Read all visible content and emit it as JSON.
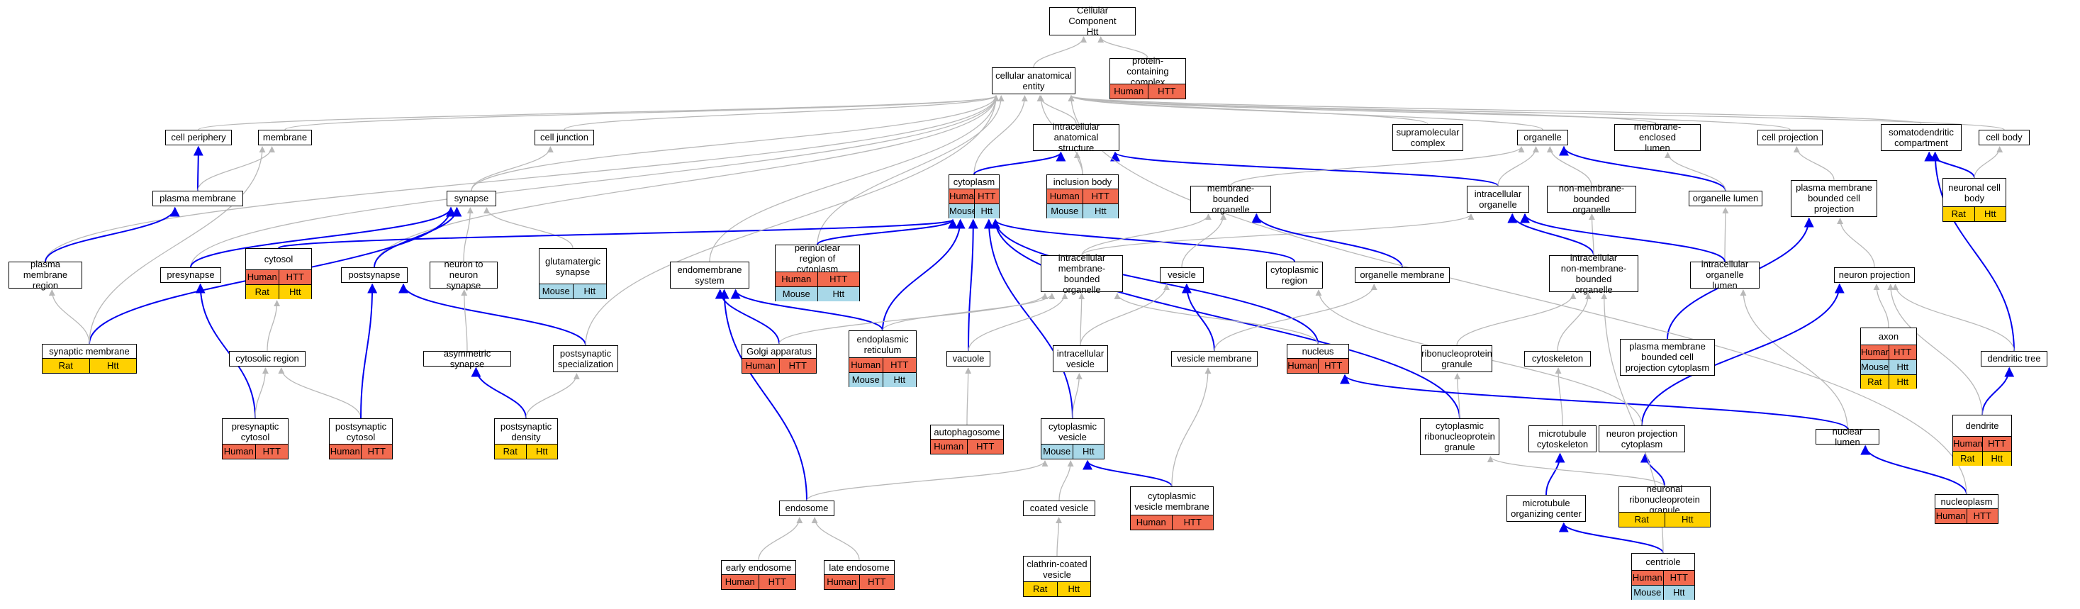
{
  "colors": {
    "edge_gray": "#b8b8b8",
    "edge_blue": "#0000ee",
    "human": "#f26a4f",
    "mouse": "#a8d8e8",
    "rat": "#ffd100"
  },
  "nodes": [
    {
      "id": "n1",
      "label": "Cellular Component\nHtt",
      "rows": []
    },
    {
      "id": "n2",
      "label": "cellular anatomical\nentity",
      "rows": []
    },
    {
      "id": "n3",
      "label": "protein-containing\ncomplex",
      "rows": [
        [
          {
            "t": "Human",
            "s": "human"
          },
          {
            "t": "HTT",
            "s": "human"
          }
        ]
      ]
    },
    {
      "id": "n4",
      "label": "cell periphery",
      "rows": []
    },
    {
      "id": "n5",
      "label": "membrane",
      "rows": []
    },
    {
      "id": "n6",
      "label": "cell junction",
      "rows": []
    },
    {
      "id": "n7",
      "label": "intracellular\nanatomical structure",
      "rows": []
    },
    {
      "id": "n8",
      "label": "supramolecular\ncomplex",
      "rows": []
    },
    {
      "id": "n9",
      "label": "organelle",
      "rows": []
    },
    {
      "id": "n10",
      "label": "membrane-enclosed\nlumen",
      "rows": []
    },
    {
      "id": "n11",
      "label": "cell projection",
      "rows": []
    },
    {
      "id": "n12",
      "label": "somatodendritic\ncompartment",
      "rows": []
    },
    {
      "id": "n13",
      "label": "cell body",
      "rows": []
    },
    {
      "id": "n14",
      "label": "plasma membrane",
      "rows": []
    },
    {
      "id": "n15",
      "label": "cytoplasm",
      "rows": [
        [
          {
            "t": "Human",
            "s": "human"
          },
          {
            "t": "HTT",
            "s": "human"
          }
        ],
        [
          {
            "t": "Mouse",
            "s": "mouse"
          },
          {
            "t": "Htt",
            "s": "mouse"
          }
        ]
      ]
    },
    {
      "id": "n16",
      "label": "inclusion body",
      "rows": [
        [
          {
            "t": "Human",
            "s": "human"
          },
          {
            "t": "HTT",
            "s": "human"
          }
        ],
        [
          {
            "t": "Mouse",
            "s": "mouse"
          },
          {
            "t": "Htt",
            "s": "mouse"
          }
        ]
      ]
    },
    {
      "id": "n17",
      "label": "synapse",
      "rows": []
    },
    {
      "id": "n18",
      "label": "membrane-bounded\norganelle",
      "rows": []
    },
    {
      "id": "n19",
      "label": "intracellular\norganelle",
      "rows": []
    },
    {
      "id": "n20",
      "label": "non-membrane-bounded\norganelle",
      "rows": []
    },
    {
      "id": "n21",
      "label": "organelle lumen",
      "rows": []
    },
    {
      "id": "n22",
      "label": "plasma membrane\nbounded cell\nprojection",
      "rows": []
    },
    {
      "id": "n23",
      "label": "neuronal cell\nbody",
      "rows": [
        [
          {
            "t": "Rat",
            "s": "rat"
          },
          {
            "t": "Htt",
            "s": "rat"
          }
        ]
      ]
    },
    {
      "id": "n24",
      "label": "plasma membrane\nregion",
      "rows": []
    },
    {
      "id": "n25",
      "label": "presynapse",
      "rows": []
    },
    {
      "id": "n26",
      "label": "cytosol",
      "rows": [
        [
          {
            "t": "Human",
            "s": "human"
          },
          {
            "t": "HTT",
            "s": "human"
          }
        ],
        [
          {
            "t": "Rat",
            "s": "rat"
          },
          {
            "t": "Htt",
            "s": "rat"
          }
        ]
      ]
    },
    {
      "id": "n27",
      "label": "postsynapse",
      "rows": []
    },
    {
      "id": "n28",
      "label": "neuron to neuron\nsynapse",
      "rows": []
    },
    {
      "id": "n29",
      "label": "glutamatergic\nsynapse",
      "rows": [
        [
          {
            "t": "Mouse",
            "s": "mouse"
          },
          {
            "t": "Htt",
            "s": "mouse"
          }
        ]
      ]
    },
    {
      "id": "n30",
      "label": "endomembrane\nsystem",
      "rows": []
    },
    {
      "id": "n31",
      "label": "perinuclear\nregion of cytoplasm",
      "rows": [
        [
          {
            "t": "Human",
            "s": "human"
          },
          {
            "t": "HTT",
            "s": "human"
          }
        ],
        [
          {
            "t": "Mouse",
            "s": "mouse"
          },
          {
            "t": "Htt",
            "s": "mouse"
          }
        ]
      ]
    },
    {
      "id": "n32",
      "label": "intracellular\nmembrane-bounded\norganelle",
      "rows": []
    },
    {
      "id": "n33",
      "label": "vesicle",
      "rows": []
    },
    {
      "id": "n34",
      "label": "cytoplasmic\nregion",
      "rows": []
    },
    {
      "id": "n35",
      "label": "organelle membrane",
      "rows": []
    },
    {
      "id": "n36",
      "label": "intracellular\nnon-membrane-bounded\norganelle",
      "rows": []
    },
    {
      "id": "n37",
      "label": "intracellular\norganelle lumen",
      "rows": []
    },
    {
      "id": "n38",
      "label": "neuron projection",
      "rows": []
    },
    {
      "id": "n39",
      "label": "synaptic membrane",
      "rows": [
        [
          {
            "t": "Rat",
            "s": "rat"
          },
          {
            "t": "Htt",
            "s": "rat"
          }
        ]
      ]
    },
    {
      "id": "n40",
      "label": "cytosolic region",
      "rows": []
    },
    {
      "id": "n41",
      "label": "asymmetric synapse",
      "rows": []
    },
    {
      "id": "n42",
      "label": "postsynaptic\nspecialization",
      "rows": []
    },
    {
      "id": "n43",
      "label": "Golgi apparatus",
      "rows": [
        [
          {
            "t": "Human",
            "s": "human"
          },
          {
            "t": "HTT",
            "s": "human"
          }
        ]
      ]
    },
    {
      "id": "n44",
      "label": "endoplasmic\nreticulum",
      "rows": [
        [
          {
            "t": "Human",
            "s": "human"
          },
          {
            "t": "HTT",
            "s": "human"
          }
        ],
        [
          {
            "t": "Mouse",
            "s": "mouse"
          },
          {
            "t": "Htt",
            "s": "mouse"
          }
        ]
      ]
    },
    {
      "id": "n45",
      "label": "vacuole",
      "rows": []
    },
    {
      "id": "n46",
      "label": "intracellular\nvesicle",
      "rows": []
    },
    {
      "id": "n47",
      "label": "vesicle membrane",
      "rows": []
    },
    {
      "id": "n48",
      "label": "nucleus",
      "rows": [
        [
          {
            "t": "Human",
            "s": "human"
          },
          {
            "t": "HTT",
            "s": "human"
          }
        ]
      ]
    },
    {
      "id": "n49",
      "label": "ribonucleoprotein\ngranule",
      "rows": []
    },
    {
      "id": "n50",
      "label": "cytoskeleton",
      "rows": []
    },
    {
      "id": "n51",
      "label": "plasma membrane\nbounded cell\nprojection cytoplasm",
      "rows": []
    },
    {
      "id": "n52",
      "label": "axon",
      "rows": [
        [
          {
            "t": "Human",
            "s": "human"
          },
          {
            "t": "HTT",
            "s": "human"
          }
        ],
        [
          {
            "t": "Mouse",
            "s": "mouse"
          },
          {
            "t": "Htt",
            "s": "mouse"
          }
        ],
        [
          {
            "t": "Rat",
            "s": "rat"
          },
          {
            "t": "Htt",
            "s": "rat"
          }
        ]
      ]
    },
    {
      "id": "n53",
      "label": "dendritic tree",
      "rows": []
    },
    {
      "id": "n54",
      "label": "presynaptic\ncytosol",
      "rows": [
        [
          {
            "t": "Human",
            "s": "human"
          },
          {
            "t": "HTT",
            "s": "human"
          }
        ]
      ]
    },
    {
      "id": "n55",
      "label": "postsynaptic\ncytosol",
      "rows": [
        [
          {
            "t": "Human",
            "s": "human"
          },
          {
            "t": "HTT",
            "s": "human"
          }
        ]
      ]
    },
    {
      "id": "n56",
      "label": "postsynaptic\ndensity",
      "rows": [
        [
          {
            "t": "Rat",
            "s": "rat"
          },
          {
            "t": "Htt",
            "s": "rat"
          }
        ]
      ]
    },
    {
      "id": "n57",
      "label": "autophagosome",
      "rows": [
        [
          {
            "t": "Human",
            "s": "human"
          },
          {
            "t": "HTT",
            "s": "human"
          }
        ]
      ]
    },
    {
      "id": "n58",
      "label": "cytoplasmic\nvesicle",
      "rows": [
        [
          {
            "t": "Mouse",
            "s": "mouse"
          },
          {
            "t": "Htt",
            "s": "mouse"
          }
        ]
      ]
    },
    {
      "id": "n59",
      "label": "cytoplasmic\nribonucleoprotein\ngranule",
      "rows": []
    },
    {
      "id": "n60",
      "label": "microtubule\ncytoskeleton",
      "rows": []
    },
    {
      "id": "n61",
      "label": "neuron projection\ncytoplasm",
      "rows": []
    },
    {
      "id": "n62",
      "label": "nuclear lumen",
      "rows": []
    },
    {
      "id": "n63",
      "label": "dendrite",
      "rows": [
        [
          {
            "t": "Human",
            "s": "human"
          },
          {
            "t": "HTT",
            "s": "human"
          }
        ],
        [
          {
            "t": "Rat",
            "s": "rat"
          },
          {
            "t": "Htt",
            "s": "rat"
          }
        ]
      ]
    },
    {
      "id": "n64",
      "label": "endosome",
      "rows": []
    },
    {
      "id": "n65",
      "label": "coated vesicle",
      "rows": []
    },
    {
      "id": "n66",
      "label": "cytoplasmic\nvesicle membrane",
      "rows": [
        [
          {
            "t": "Human",
            "s": "human"
          },
          {
            "t": "HTT",
            "s": "human"
          }
        ]
      ]
    },
    {
      "id": "n67",
      "label": "microtubule\norganizing center",
      "rows": []
    },
    {
      "id": "n68",
      "label": "neuronal ribonucleoprotein\ngranule",
      "rows": [
        [
          {
            "t": "Rat",
            "s": "rat"
          },
          {
            "t": "Htt",
            "s": "rat"
          }
        ]
      ]
    },
    {
      "id": "n69",
      "label": "nucleoplasm",
      "rows": [
        [
          {
            "t": "Human",
            "s": "human"
          },
          {
            "t": "HTT",
            "s": "human"
          }
        ]
      ]
    },
    {
      "id": "n70",
      "label": "early endosome",
      "rows": [
        [
          {
            "t": "Human",
            "s": "human"
          },
          {
            "t": "HTT",
            "s": "human"
          }
        ]
      ]
    },
    {
      "id": "n71",
      "label": "late endosome",
      "rows": [
        [
          {
            "t": "Human",
            "s": "human"
          },
          {
            "t": "HTT",
            "s": "human"
          }
        ]
      ]
    },
    {
      "id": "n72",
      "label": "clathrin-coated\nvesicle",
      "rows": [
        [
          {
            "t": "Rat",
            "s": "rat"
          },
          {
            "t": "Htt",
            "s": "rat"
          }
        ]
      ]
    },
    {
      "id": "n73",
      "label": "centriole",
      "rows": [
        [
          {
            "t": "Human",
            "s": "human"
          },
          {
            "t": "HTT",
            "s": "human"
          }
        ],
        [
          {
            "t": "Mouse",
            "s": "mouse"
          },
          {
            "t": "Htt",
            "s": "mouse"
          }
        ]
      ]
    }
  ],
  "edges": [
    [
      "n2",
      "n1",
      "g"
    ],
    [
      "n3",
      "n1",
      "g"
    ],
    [
      "n4",
      "n2",
      "g"
    ],
    [
      "n5",
      "n2",
      "g"
    ],
    [
      "n6",
      "n2",
      "g"
    ],
    [
      "n7",
      "n2",
      "g"
    ],
    [
      "n8",
      "n2",
      "g"
    ],
    [
      "n9",
      "n2",
      "g"
    ],
    [
      "n10",
      "n2",
      "g"
    ],
    [
      "n11",
      "n2",
      "g"
    ],
    [
      "n12",
      "n2",
      "g"
    ],
    [
      "n13",
      "n2",
      "g"
    ],
    [
      "n17",
      "n2",
      "g"
    ],
    [
      "n15",
      "n2",
      "g"
    ],
    [
      "n16",
      "n2",
      "g"
    ],
    [
      "n25",
      "n2",
      "g"
    ],
    [
      "n27",
      "n2",
      "g"
    ],
    [
      "n30",
      "n2",
      "g"
    ],
    [
      "n31",
      "n2",
      "g"
    ],
    [
      "n24",
      "n2",
      "g"
    ],
    [
      "n14",
      "n4",
      "b"
    ],
    [
      "n14",
      "n5",
      "g"
    ],
    [
      "n24",
      "n14",
      "b"
    ],
    [
      "n39",
      "n24",
      "g"
    ],
    [
      "n39",
      "n17",
      "b"
    ],
    [
      "n39",
      "n5",
      "g"
    ],
    [
      "n17",
      "n6",
      "g"
    ],
    [
      "n15",
      "n7",
      "b"
    ],
    [
      "n16",
      "n7",
      "g"
    ],
    [
      "n19",
      "n7",
      "b"
    ],
    [
      "n18",
      "n9",
      "g"
    ],
    [
      "n19",
      "n9",
      "g"
    ],
    [
      "n20",
      "n9",
      "g"
    ],
    [
      "n21",
      "n9",
      "b"
    ],
    [
      "n21",
      "n10",
      "g"
    ],
    [
      "n22",
      "n11",
      "g"
    ],
    [
      "n23",
      "n12",
      "b"
    ],
    [
      "n23",
      "n13",
      "g"
    ],
    [
      "n53",
      "n12",
      "b"
    ],
    [
      "n25",
      "n17",
      "b"
    ],
    [
      "n27",
      "n17",
      "b"
    ],
    [
      "n28",
      "n17",
      "g"
    ],
    [
      "n29",
      "n17",
      "g"
    ],
    [
      "n26",
      "n15",
      "b"
    ],
    [
      "n31",
      "n15",
      "b"
    ],
    [
      "n44",
      "n15",
      "b"
    ],
    [
      "n45",
      "n15",
      "b"
    ],
    [
      "n58",
      "n15",
      "b"
    ],
    [
      "n48",
      "n15",
      "b"
    ],
    [
      "n59",
      "n15",
      "b"
    ],
    [
      "n34",
      "n15",
      "b"
    ],
    [
      "n32",
      "n18",
      "g"
    ],
    [
      "n32",
      "n19",
      "g"
    ],
    [
      "n36",
      "n19",
      "b"
    ],
    [
      "n36",
      "n20",
      "g"
    ],
    [
      "n37",
      "n21",
      "g"
    ],
    [
      "n37",
      "n19",
      "b"
    ],
    [
      "n35",
      "n18",
      "b"
    ],
    [
      "n33",
      "n18",
      "g"
    ],
    [
      "n38",
      "n22",
      "g"
    ],
    [
      "n51",
      "n22",
      "b"
    ],
    [
      "n54",
      "n25",
      "b"
    ],
    [
      "n40",
      "n26",
      "g"
    ],
    [
      "n54",
      "n40",
      "g"
    ],
    [
      "n55",
      "n40",
      "g"
    ],
    [
      "n55",
      "n27",
      "b"
    ],
    [
      "n42",
      "n27",
      "b"
    ],
    [
      "n41",
      "n28",
      "g"
    ],
    [
      "n56",
      "n41",
      "b"
    ],
    [
      "n56",
      "n42",
      "g"
    ],
    [
      "n42",
      "n2",
      "g"
    ],
    [
      "n43",
      "n30",
      "b"
    ],
    [
      "n44",
      "n30",
      "b"
    ],
    [
      "n64",
      "n30",
      "b"
    ],
    [
      "n43",
      "n32",
      "g"
    ],
    [
      "n44",
      "n32",
      "g"
    ],
    [
      "n45",
      "n32",
      "g"
    ],
    [
      "n48",
      "n32",
      "g"
    ],
    [
      "n46",
      "n32",
      "g"
    ],
    [
      "n46",
      "n33",
      "g"
    ],
    [
      "n47",
      "n33",
      "b"
    ],
    [
      "n47",
      "n35",
      "g"
    ],
    [
      "n49",
      "n36",
      "g"
    ],
    [
      "n50",
      "n36",
      "g"
    ],
    [
      "n62",
      "n37",
      "g"
    ],
    [
      "n52",
      "n38",
      "g"
    ],
    [
      "n53",
      "n38",
      "g"
    ],
    [
      "n61",
      "n38",
      "b"
    ],
    [
      "n63",
      "n53",
      "b"
    ],
    [
      "n63",
      "n38",
      "g"
    ],
    [
      "n57",
      "n45",
      "g"
    ],
    [
      "n58",
      "n46",
      "g"
    ],
    [
      "n59",
      "n49",
      "g"
    ],
    [
      "n60",
      "n50",
      "g"
    ],
    [
      "n69",
      "n62",
      "b"
    ],
    [
      "n62",
      "n48",
      "b"
    ],
    [
      "n64",
      "n58",
      "g"
    ],
    [
      "n65",
      "n58",
      "g"
    ],
    [
      "n66",
      "n58",
      "b"
    ],
    [
      "n66",
      "n47",
      "g"
    ],
    [
      "n67",
      "n60",
      "b"
    ],
    [
      "n68",
      "n61",
      "b"
    ],
    [
      "n68",
      "n59",
      "g"
    ],
    [
      "n73",
      "n67",
      "b"
    ],
    [
      "n73",
      "n36",
      "g"
    ],
    [
      "n70",
      "n64",
      "g"
    ],
    [
      "n71",
      "n64",
      "g"
    ],
    [
      "n72",
      "n65",
      "g"
    ],
    [
      "n61",
      "n34",
      "g"
    ],
    [
      "n69",
      "n2",
      "g"
    ]
  ]
}
